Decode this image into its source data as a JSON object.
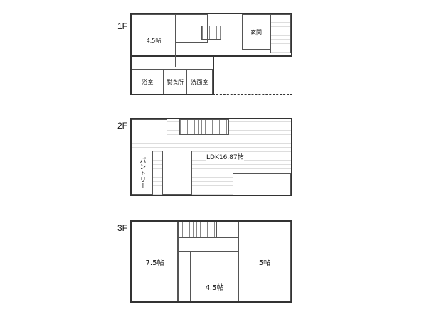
{
  "floors": [
    {
      "label": "1F",
      "rooms": {
        "room_45": "4.5帖",
        "entrance": "玄関",
        "bath": "浴室",
        "dressing": "脱衣所",
        "washroom": "洗面室"
      }
    },
    {
      "label": "2F",
      "rooms": {
        "ldk": "LDK16.87帖",
        "pantry": "パントリー"
      }
    },
    {
      "label": "3F",
      "rooms": {
        "room_75": "7.5帖",
        "room_45": "4.5帖",
        "room_5": "5帖"
      }
    }
  ]
}
